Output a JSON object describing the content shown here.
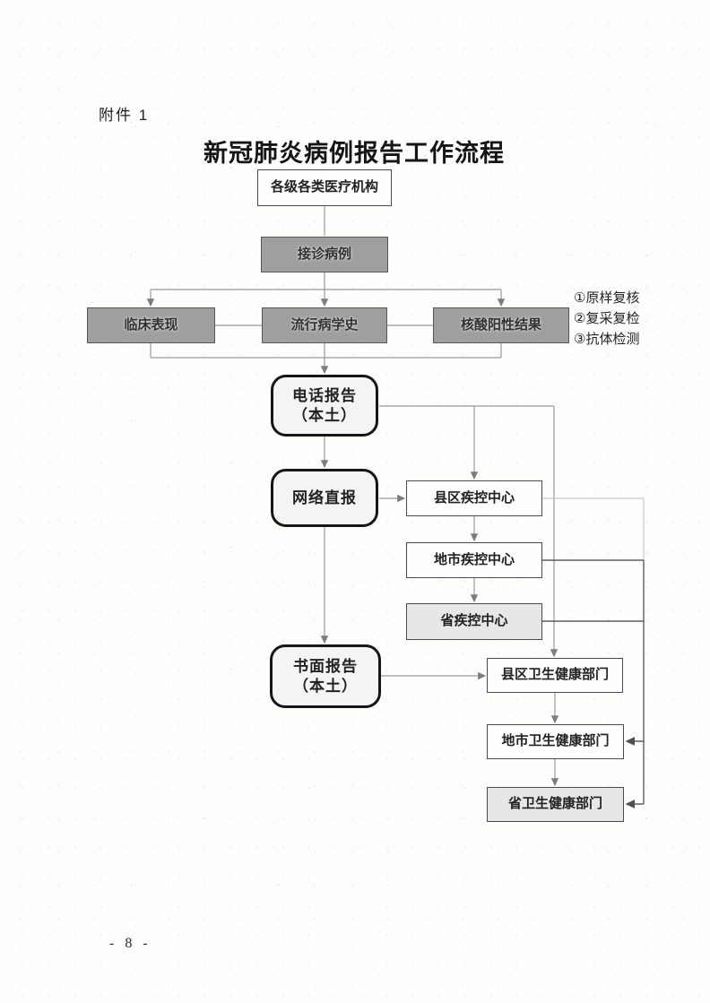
{
  "page": {
    "attachment_label": "附件 1",
    "title": "新冠肺炎病例报告工作流程",
    "page_number": "- 8 -"
  },
  "flowchart": {
    "nodes": {
      "medical_orgs": "各级各类医疗机构",
      "receive_case": "接诊病例",
      "clinical": "临床表现",
      "epi_history": "流行病学史",
      "nucleic_positive": "核酸阳性结果",
      "phone_report": "电话报告",
      "phone_report_sub": "（本土）",
      "network_report": "网络直报",
      "county_cdc": "县区疾控中心",
      "city_cdc": "地市疾控中心",
      "province_cdc": "省疾控中心",
      "written_report": "书面报告",
      "written_report_sub": "（本土）",
      "county_health": "县区卫生健康部门",
      "city_health": "地市卫生健康部门",
      "province_health": "省卫生健康部门"
    },
    "annotations": {
      "item1": "①原样复核",
      "item2": "②复采复检",
      "item3": "③抗体检测"
    }
  },
  "colors": {
    "box_gray": "#9f9f9f",
    "box_light_gray": "#e7e7e7",
    "box_white": "#fefefe",
    "rounded_fill": "#f4f4f4",
    "connector_gray": "#9a9a9a",
    "connector_dark": "#5f5f5f",
    "border_dark": "#161616"
  }
}
